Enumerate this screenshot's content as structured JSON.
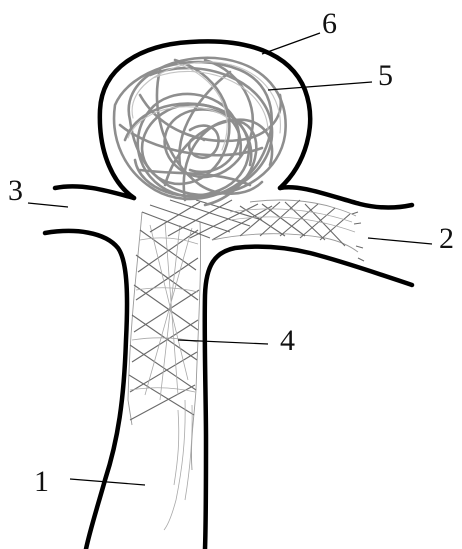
{
  "figure": {
    "callouts": [
      {
        "id": "parent-vessel",
        "label": "1"
      },
      {
        "id": "branch-vessel",
        "label": "2"
      },
      {
        "id": "side-vessel",
        "label": "3"
      },
      {
        "id": "stent",
        "label": "4"
      },
      {
        "id": "coil",
        "label": "5"
      },
      {
        "id": "aneurysm",
        "label": "6"
      }
    ]
  }
}
